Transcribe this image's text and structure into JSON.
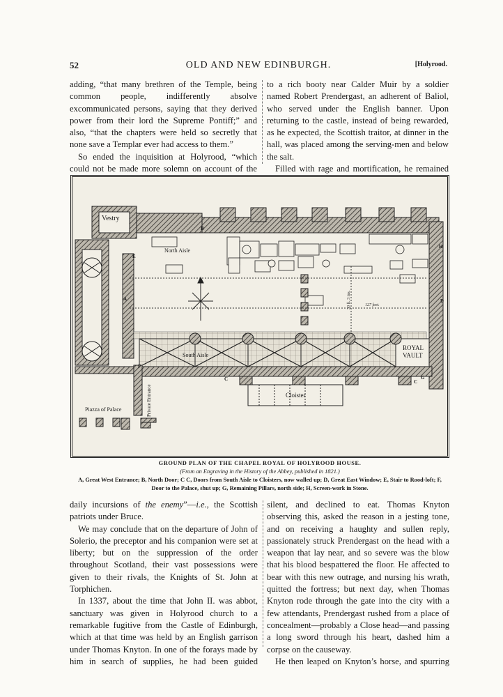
{
  "header": {
    "page_number": "52",
    "running_title": "OLD AND NEW EDINBURGH.",
    "section": "[Holyrood."
  },
  "top_left": {
    "p1": "adding, “that many brethren of the Temple, being common people, indifferently absolve excommunicated persons, saying that they derived power from their lord the Supreme Pontiff;” and also, “that the chapters were held so secretly that none save a Templar ever had access to them.”",
    "p2": "So ended the inquisition at Holyrood, “which could not be made more solemn on account of the"
  },
  "top_right": {
    "p1": "to a rich booty near Calder Muir by a soldier named Robert Prendergast, an adherent of Baliol, who served under the English banner. Upon returning to the castle, instead of being rewarded, as he expected, the Scottish traitor, at dinner in the hall, was placed among the serving-men and below the salt.",
    "p2": "Filled with rage and mortification, he remained"
  },
  "figure": {
    "labels": {
      "vestry": "Vestry",
      "north_aisle": "North Aisle",
      "south_aisle": "South Aisle",
      "royal_vault_1": "ROYAL",
      "royal_vault_2": "VAULT",
      "cloister": "Cloister",
      "piazza": "Piazza of Palace",
      "private_entrance": "Private Entrance",
      "scale_1": "30 ft. 3 ins.",
      "scale_2": "127 feet."
    },
    "letters": [
      "A",
      "B",
      "C",
      "C",
      "D",
      "E",
      "F",
      "G",
      "H"
    ]
  },
  "caption": {
    "title": "GROUND PLAN OF THE CHAPEL ROYAL OF HOLYROOD HOUSE.",
    "source": "(From an Engraving in the History of the Abbey, published in 1821.)",
    "key": "A, Great West Entrance; B, North Door; C C, Doors from South Aisle to Cloisters, now walled up; D, Great East Window; E, Stair to Rood-loft; F, Door to the Palace, shut up; G, Remaining Pillars, north side; H, Screen-work in Stone."
  },
  "bottom_left": {
    "p1_a": "daily incursions of ",
    "p1_em": "the enemy",
    "p1_b": "”—",
    "p1_ie": "i.e.,",
    "p1_c": " the Scottish patriots under Bruce.",
    "p2": "We may conclude that on the departure of John of Solerio, the preceptor and his companion were set at liberty; but on the suppression of the order throughout Scotland, their vast possessions were given to their rivals, the Knights of St. John at Torphichen.",
    "p3": "In 1337, about the time that John II. was abbot, sanctuary was given in Holyrood church to a remarkable fugitive from the Castle of Edinburgh, which at that time was held by an English garrison under Thomas Knyton. In one of the forays made by him in search of supplies, he had been guided"
  },
  "bottom_right": {
    "p1": "silent, and declined to eat. Thomas Knyton observing this, asked the reason in a jesting tone, and on receiving a haughty and sullen reply, passionately struck Prendergast on the head with a weapon that lay near, and so severe was the blow that his blood bespattered the floor. He affected to bear with this new outrage, and nursing his wrath, quitted the fortress; but next day, when Thomas Knyton rode through the gate into the city with a few attendants, Prendergast rushed from a place of concealment—probably a Close head—and passing a long sword through his heart, dashed him a corpse on the causeway.",
    "p2": "He then leaped on Knyton’s horse, and spurring"
  }
}
